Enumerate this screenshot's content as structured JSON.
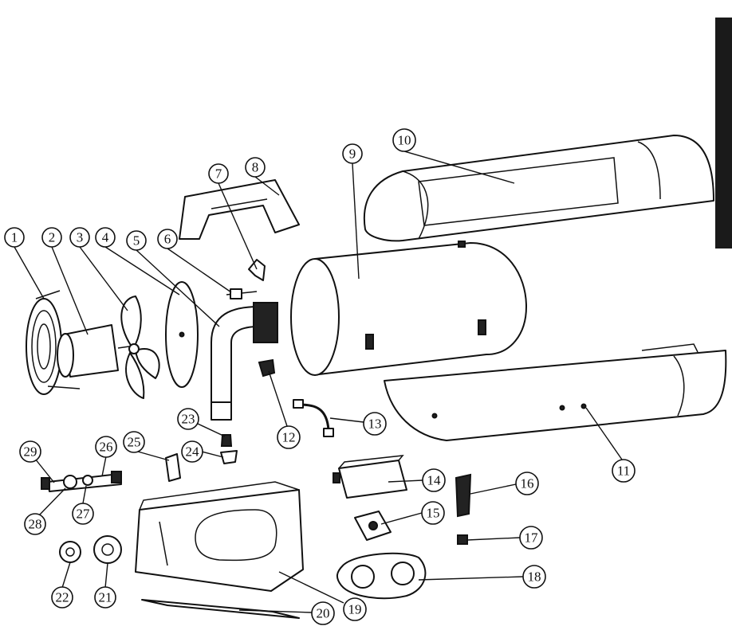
{
  "diagram": {
    "callouts": [
      "1",
      "2",
      "3",
      "4",
      "5",
      "6",
      "7",
      "8",
      "9",
      "10",
      "11",
      "12",
      "13",
      "14",
      "15",
      "16",
      "17",
      "18",
      "19",
      "20",
      "21",
      "22",
      "23",
      "24",
      "25",
      "26",
      "27",
      "28",
      "29"
    ]
  },
  "colors": {
    "ink": "#111111",
    "paper": "#ffffff",
    "tab": "#1a1a1a"
  }
}
